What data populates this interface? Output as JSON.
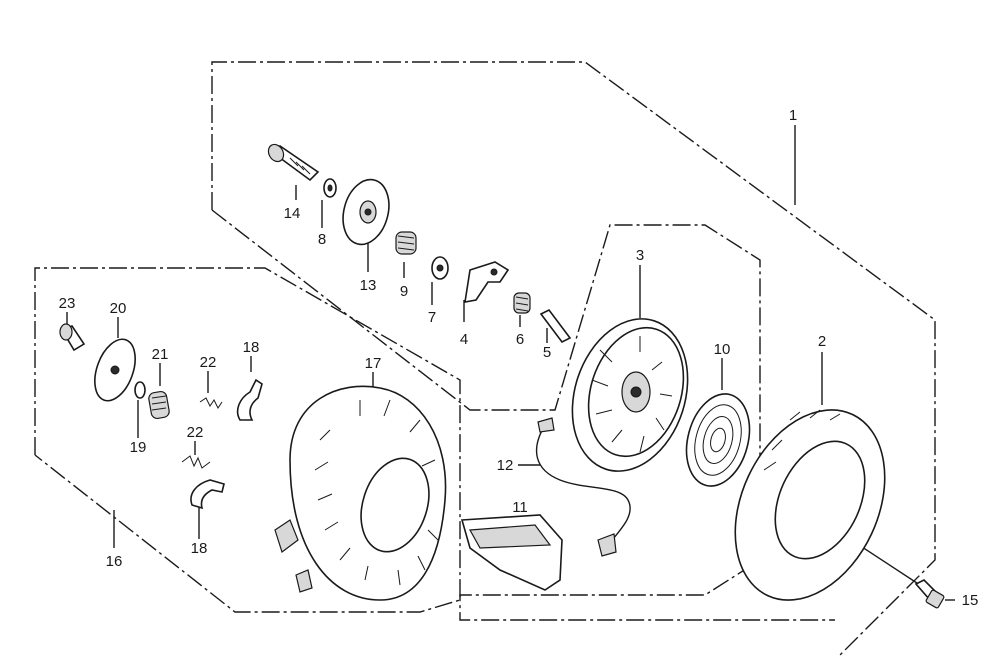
{
  "diagram": {
    "callouts": [
      {
        "id": "c1",
        "text": "1"
      },
      {
        "id": "c2",
        "text": "2"
      },
      {
        "id": "c3",
        "text": "3"
      },
      {
        "id": "c4",
        "text": "4"
      },
      {
        "id": "c5",
        "text": "5"
      },
      {
        "id": "c6",
        "text": "6"
      },
      {
        "id": "c7",
        "text": "7"
      },
      {
        "id": "c8",
        "text": "8"
      },
      {
        "id": "c9",
        "text": "9"
      },
      {
        "id": "c10",
        "text": "10"
      },
      {
        "id": "c11",
        "text": "11"
      },
      {
        "id": "c12",
        "text": "12"
      },
      {
        "id": "c13",
        "text": "13"
      },
      {
        "id": "c14",
        "text": "14"
      },
      {
        "id": "c15",
        "text": "15"
      },
      {
        "id": "c16",
        "text": "16"
      },
      {
        "id": "c17",
        "text": "17"
      },
      {
        "id": "c18a",
        "text": "18"
      },
      {
        "id": "c18b",
        "text": "18"
      },
      {
        "id": "c19",
        "text": "19"
      },
      {
        "id": "c20",
        "text": "20"
      },
      {
        "id": "c21",
        "text": "21"
      },
      {
        "id": "c22a",
        "text": "22"
      },
      {
        "id": "c22b",
        "text": "22"
      },
      {
        "id": "c23",
        "text": "23"
      }
    ]
  }
}
